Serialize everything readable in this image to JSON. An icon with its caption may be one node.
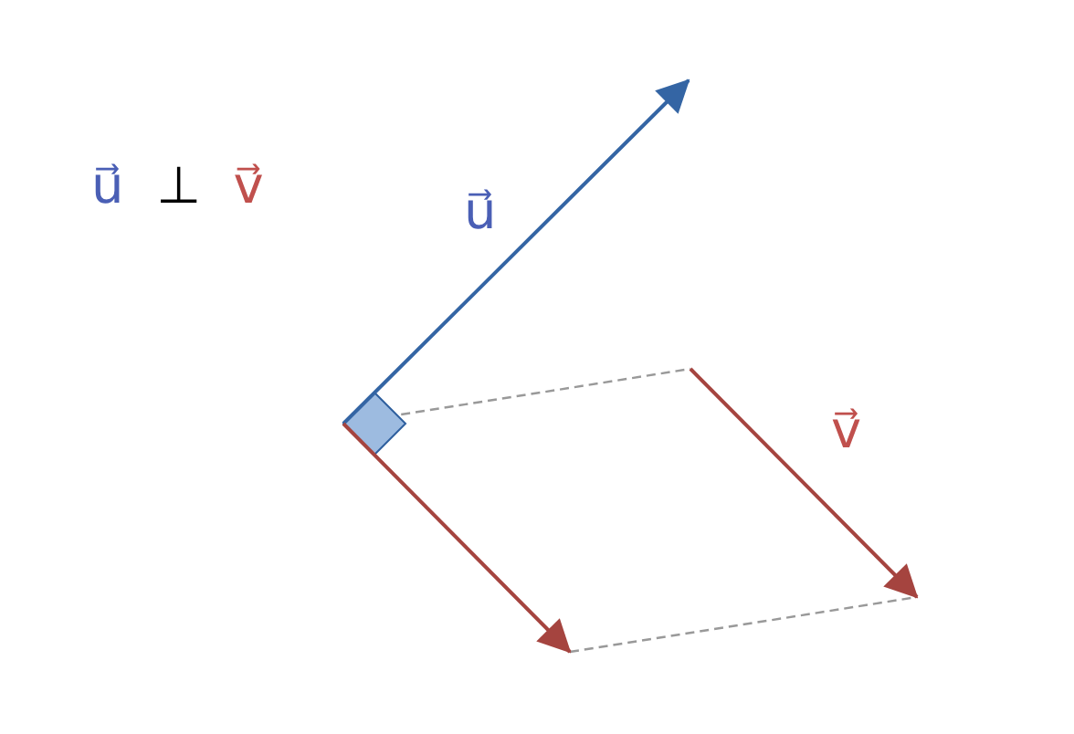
{
  "diagram": {
    "labels": [
      "u⃗ ⊥ v⃗",
      "u⃗",
      "v⃗"
    ]
  }
}
